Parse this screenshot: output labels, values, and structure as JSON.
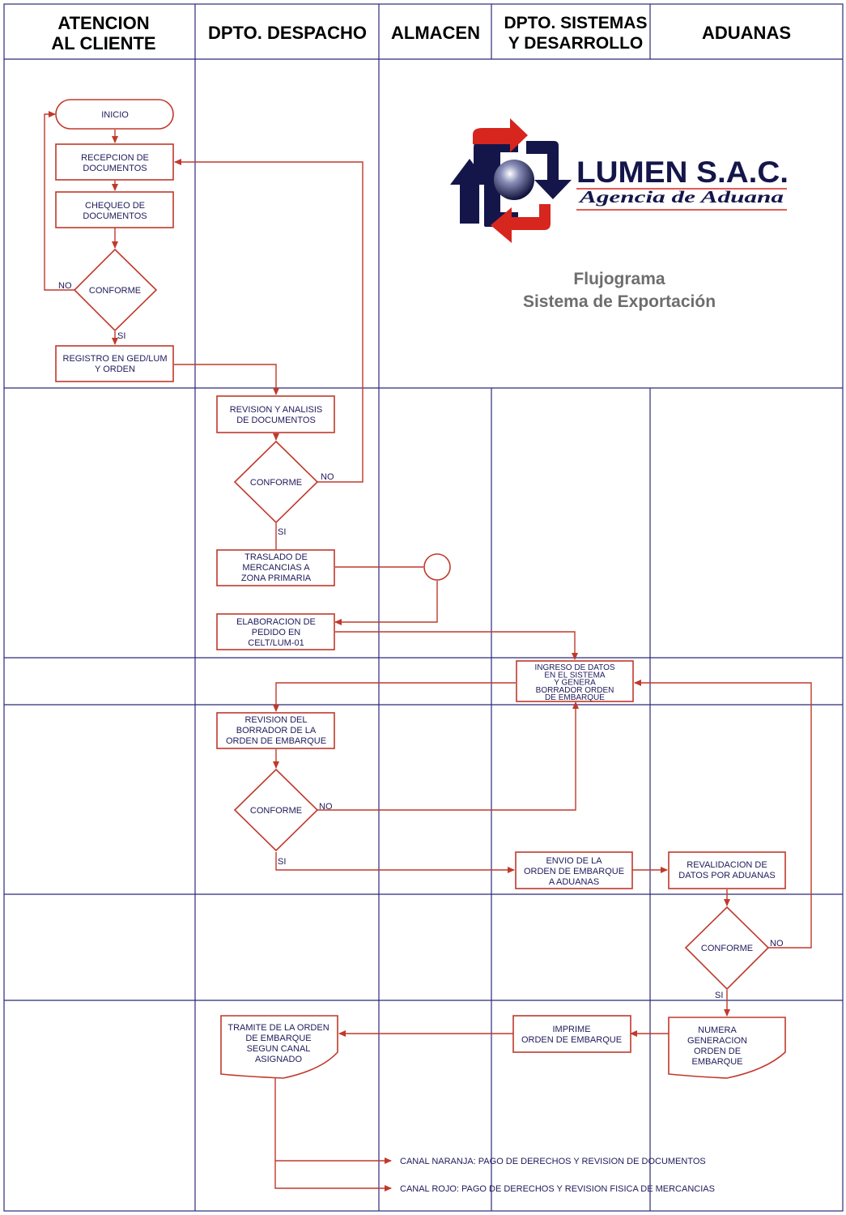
{
  "lanes": {
    "atencion": [
      "ATENCION",
      "AL CLIENTE"
    ],
    "despacho": [
      "DPTO. DESPACHO"
    ],
    "almacen": [
      "ALMACEN"
    ],
    "sistemas": [
      "DPTO. SISTEMAS",
      "Y DESARROLLO"
    ],
    "aduanas": [
      "ADUANAS"
    ]
  },
  "logo": {
    "company": "LUMEN S.A.C.",
    "tagline": "Agencia de Aduana"
  },
  "subtitle": [
    "Flujograma",
    "Sistema de Exportación"
  ],
  "nodes": {
    "inicio": [
      "INICIO"
    ],
    "recepcion": [
      "RECEPCION DE",
      "DOCUMENTOS"
    ],
    "chequeo": [
      "CHEQUEO DE",
      "DOCUMENTOS"
    ],
    "conforme1": [
      "CONFORME"
    ],
    "registro": [
      "REGISTRO EN GED/LUM",
      "Y ORDEN"
    ],
    "revision": [
      "REVISION Y ANALISIS",
      "DE DOCUMENTOS"
    ],
    "conforme2": [
      "CONFORME"
    ],
    "traslado": [
      "TRASLADO DE",
      "MERCANCIAS A",
      "ZONA PRIMARIA"
    ],
    "elaboracion": [
      "ELABORACION DE",
      "PEDIDO EN",
      "CELT/LUM-01"
    ],
    "ingreso": [
      "INGRESO DE DATOS",
      "EN EL SISTEMA",
      "Y GENERA",
      "BORRADOR ORDEN",
      "DE EMBARQUE"
    ],
    "revborrador": [
      "REVISION DEL",
      "BORRADOR DE LA",
      "ORDEN DE EMBARQUE"
    ],
    "conforme3": [
      "CONFORME"
    ],
    "envio": [
      "ENVIO DE LA",
      "ORDEN DE EMBARQUE",
      "A ADUANAS"
    ],
    "revalidacion": [
      "REVALIDACION DE",
      "DATOS POR ADUANAS"
    ],
    "conforme4": [
      "CONFORME"
    ],
    "numera": [
      "NUMERA",
      "GENERACION",
      "ORDEN DE",
      "EMBARQUE"
    ],
    "imprime": [
      "IMPRIME",
      "ORDEN DE EMBARQUE"
    ],
    "tramite": [
      "TRAMITE DE LA ORDEN",
      "DE EMBARQUE",
      "SEGUN CANAL",
      "ASIGNADO"
    ]
  },
  "edge_labels": {
    "no1": "NO",
    "si1": "SI",
    "no2": "NO",
    "si2": "SI",
    "no3": "NO",
    "si3": "SI",
    "no4": "NO",
    "si4": "SI"
  },
  "channels": {
    "naranja": "CANAL NARANJA: PAGO DE DERECHOS Y REVISION DE DOCUMENTOS",
    "rojo": "CANAL ROJO: PAGO DE DERECHOS Y REVISION FISICA DE MERCANCIAS"
  },
  "colors": {
    "grid": "#2b2a7a",
    "flow": "#c0392b",
    "node_text": "#1f1a5a",
    "logo_navy": "#14164a",
    "logo_red": "#d7261e"
  }
}
